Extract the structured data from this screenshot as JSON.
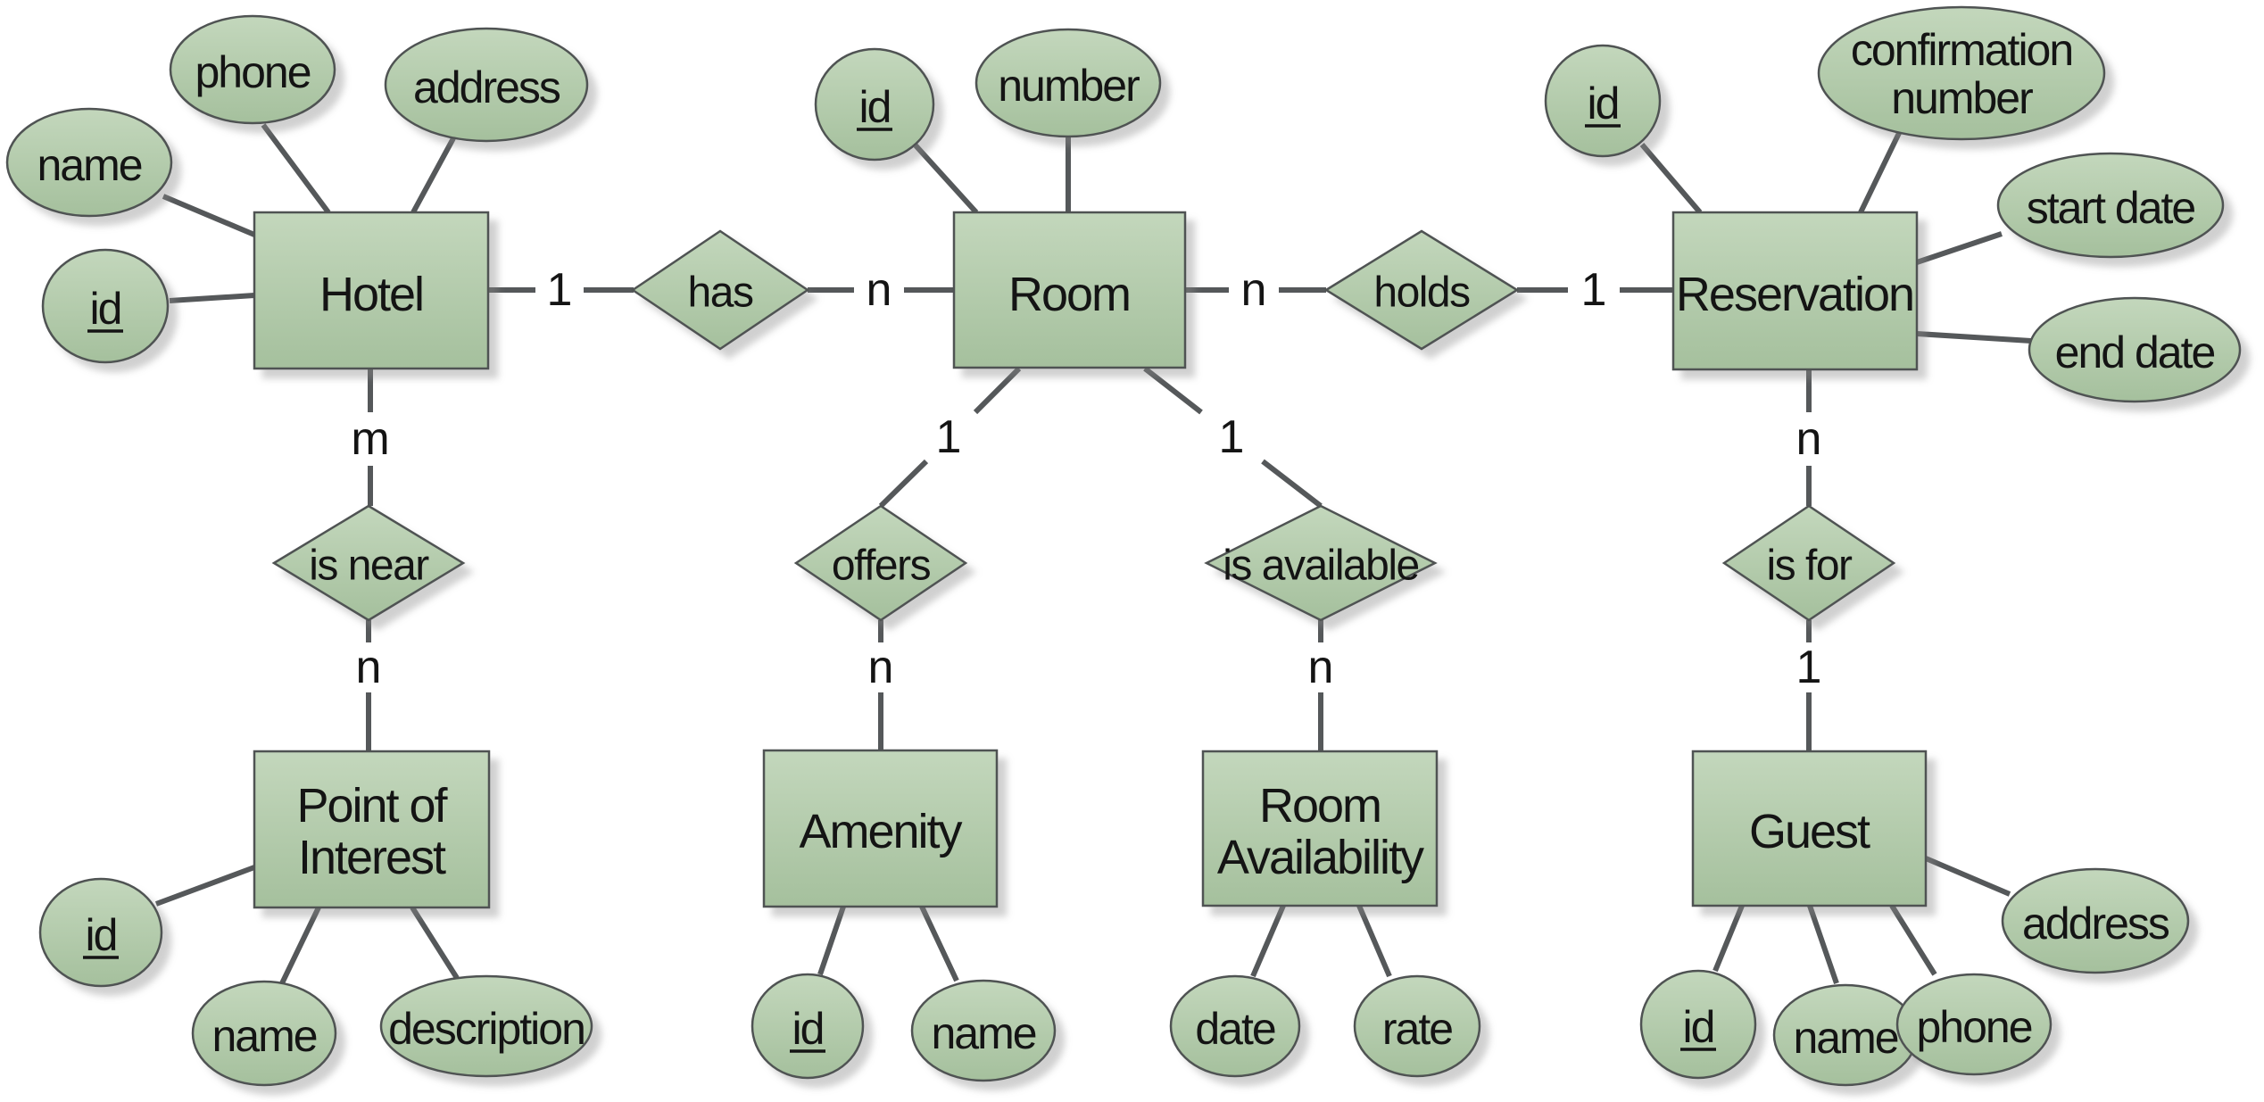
{
  "diagram": {
    "kind": "entity-relationship-diagram",
    "background": "#ffffff"
  },
  "colors": {
    "shape_fill_top": "#c3d7bc",
    "shape_fill_bottom": "#a5c09d",
    "shape_border": "#4f5352",
    "connector_line": "#55585a",
    "text": "#141414",
    "shadow": "#bfbfbf"
  },
  "entities": [
    {
      "id": "hotel",
      "label": "Hotel"
    },
    {
      "id": "room",
      "label": "Room"
    },
    {
      "id": "reservation",
      "label": "Reservation"
    },
    {
      "id": "point-of-interest",
      "label": "Point of Interest",
      "line1": "Point of",
      "line2": "Interest"
    },
    {
      "id": "amenity",
      "label": "Amenity"
    },
    {
      "id": "room-availability",
      "label": "Room Availability",
      "line1": "Room",
      "line2": "Availability"
    },
    {
      "id": "guest",
      "label": "Guest"
    }
  ],
  "relationships": [
    {
      "id": "has",
      "label": "has",
      "between": [
        "Hotel",
        "Room"
      ]
    },
    {
      "id": "holds",
      "label": "holds",
      "between": [
        "Room",
        "Reservation"
      ]
    },
    {
      "id": "is-near",
      "label": "is near",
      "between": [
        "Hotel",
        "Point of Interest"
      ]
    },
    {
      "id": "offers",
      "label": "offers",
      "between": [
        "Room",
        "Amenity"
      ]
    },
    {
      "id": "is-available",
      "label": "is available",
      "between": [
        "Room",
        "Room Availability"
      ]
    },
    {
      "id": "is-for",
      "label": "is for",
      "between": [
        "Reservation",
        "Guest"
      ]
    }
  ],
  "attributes": [
    {
      "owner": "hotel",
      "label": "name",
      "key": false
    },
    {
      "owner": "hotel",
      "label": "phone",
      "key": false
    },
    {
      "owner": "hotel",
      "label": "address",
      "key": false
    },
    {
      "owner": "hotel",
      "label": "id",
      "key": true
    },
    {
      "owner": "room",
      "label": "id",
      "key": true
    },
    {
      "owner": "room",
      "label": "number",
      "key": false
    },
    {
      "owner": "reservation",
      "label": "id",
      "key": true
    },
    {
      "owner": "reservation",
      "label": "confirmation number",
      "line1": "confirmation",
      "line2": "number",
      "key": false
    },
    {
      "owner": "reservation",
      "label": "start date",
      "key": false
    },
    {
      "owner": "reservation",
      "label": "end date",
      "key": false
    },
    {
      "owner": "point-of-interest",
      "label": "id",
      "key": true
    },
    {
      "owner": "point-of-interest",
      "label": "name",
      "key": false
    },
    {
      "owner": "point-of-interest",
      "label": "description",
      "key": false
    },
    {
      "owner": "amenity",
      "label": "id",
      "key": true
    },
    {
      "owner": "amenity",
      "label": "name",
      "key": false
    },
    {
      "owner": "room-availability",
      "label": "date",
      "key": false
    },
    {
      "owner": "room-availability",
      "label": "rate",
      "key": false
    },
    {
      "owner": "guest",
      "label": "id",
      "key": true
    },
    {
      "owner": "guest",
      "label": "name",
      "key": false
    },
    {
      "owner": "guest",
      "label": "phone",
      "key": false
    },
    {
      "owner": "guest",
      "label": "address",
      "key": false
    }
  ],
  "cardinalities": [
    {
      "at": "hotel-has",
      "label": "1"
    },
    {
      "at": "has-room",
      "label": "n"
    },
    {
      "at": "room-holds",
      "label": "n"
    },
    {
      "at": "holds-reservation",
      "label": "1"
    },
    {
      "at": "hotel-is-near",
      "label": "m"
    },
    {
      "at": "is-near-point-of-interest",
      "label": "n"
    },
    {
      "at": "room-offers",
      "label": "1"
    },
    {
      "at": "offers-amenity",
      "label": "n"
    },
    {
      "at": "room-is-available",
      "label": "1"
    },
    {
      "at": "is-available-room-availability",
      "label": "n"
    },
    {
      "at": "reservation-is-for",
      "label": "n"
    },
    {
      "at": "is-for-guest",
      "label": "1"
    }
  ]
}
